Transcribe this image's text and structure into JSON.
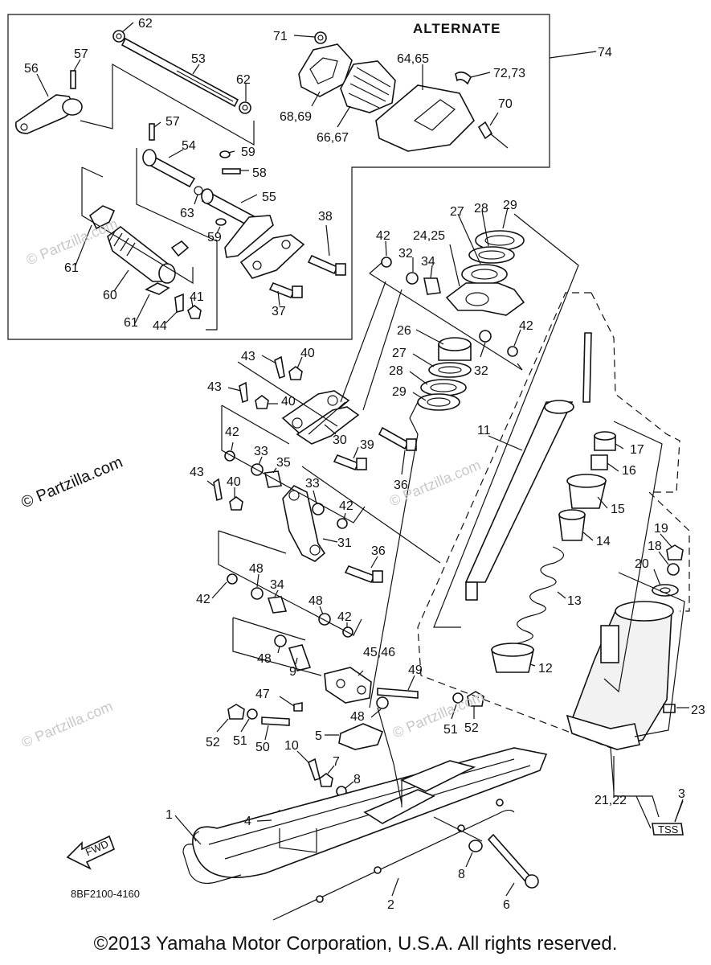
{
  "diagram": {
    "header": "ALTERNATE",
    "part_code": "8BF2100-4160",
    "fwd_label": "FWD",
    "tag_label": "TSS",
    "watermark": "© Partzilla.com",
    "watermark_faint": "© Partzilla.com",
    "callouts": [
      {
        "id": "c71",
        "label": "71"
      },
      {
        "id": "c74",
        "label": "74"
      },
      {
        "id": "c6465",
        "label": "64,65"
      },
      {
        "id": "c7273",
        "label": "72,73"
      },
      {
        "id": "c70",
        "label": "70"
      },
      {
        "id": "c6869",
        "label": "68,69"
      },
      {
        "id": "c6667",
        "label": "66,67"
      },
      {
        "id": "c62a",
        "label": "62"
      },
      {
        "id": "c62b",
        "label": "62"
      },
      {
        "id": "c57a",
        "label": "57"
      },
      {
        "id": "c56",
        "label": "56"
      },
      {
        "id": "c53",
        "label": "53"
      },
      {
        "id": "c57b",
        "label": "57"
      },
      {
        "id": "c59a",
        "label": "59"
      },
      {
        "id": "c54",
        "label": "54"
      },
      {
        "id": "c58",
        "label": "58"
      },
      {
        "id": "c55",
        "label": "55"
      },
      {
        "id": "c63",
        "label": "63"
      },
      {
        "id": "c59b",
        "label": "59"
      },
      {
        "id": "c38",
        "label": "38"
      },
      {
        "id": "c61a",
        "label": "61"
      },
      {
        "id": "c60",
        "label": "60"
      },
      {
        "id": "c61b",
        "label": "61"
      },
      {
        "id": "c44",
        "label": "44"
      },
      {
        "id": "c41",
        "label": "41"
      },
      {
        "id": "c37",
        "label": "37"
      },
      {
        "id": "c29a",
        "label": "29"
      },
      {
        "id": "c28a",
        "label": "28"
      },
      {
        "id": "c27a",
        "label": "27"
      },
      {
        "id": "c2425",
        "label": "24,25"
      },
      {
        "id": "c42a",
        "label": "42"
      },
      {
        "id": "c32a",
        "label": "32"
      },
      {
        "id": "c34a",
        "label": "34"
      },
      {
        "id": "c42b",
        "label": "42"
      },
      {
        "id": "c26",
        "label": "26"
      },
      {
        "id": "c32b",
        "label": "32"
      },
      {
        "id": "c27b",
        "label": "27"
      },
      {
        "id": "c28b",
        "label": "28"
      },
      {
        "id": "c29b",
        "label": "29"
      },
      {
        "id": "c43a",
        "label": "43"
      },
      {
        "id": "c40a",
        "label": "40"
      },
      {
        "id": "c43b",
        "label": "43"
      },
      {
        "id": "c40b",
        "label": "40"
      },
      {
        "id": "c11",
        "label": "11"
      },
      {
        "id": "c30",
        "label": "30"
      },
      {
        "id": "c39",
        "label": "39"
      },
      {
        "id": "c42c",
        "label": "42"
      },
      {
        "id": "c33a",
        "label": "33"
      },
      {
        "id": "c35",
        "label": "35"
      },
      {
        "id": "c36a",
        "label": "36"
      },
      {
        "id": "c17",
        "label": "17"
      },
      {
        "id": "c16",
        "label": "16"
      },
      {
        "id": "c43c",
        "label": "43"
      },
      {
        "id": "c40c",
        "label": "40"
      },
      {
        "id": "c33b",
        "label": "33"
      },
      {
        "id": "c42d",
        "label": "42"
      },
      {
        "id": "c15",
        "label": "15"
      },
      {
        "id": "c31",
        "label": "31"
      },
      {
        "id": "c14",
        "label": "14"
      },
      {
        "id": "c19",
        "label": "19"
      },
      {
        "id": "c18",
        "label": "18"
      },
      {
        "id": "c20",
        "label": "20"
      },
      {
        "id": "c36b",
        "label": "36"
      },
      {
        "id": "c48a",
        "label": "48"
      },
      {
        "id": "c34b",
        "label": "34"
      },
      {
        "id": "c42e",
        "label": "42"
      },
      {
        "id": "c13",
        "label": "13"
      },
      {
        "id": "c48b",
        "label": "48"
      },
      {
        "id": "c42f",
        "label": "42"
      },
      {
        "id": "c48c",
        "label": "48"
      },
      {
        "id": "c9",
        "label": "9"
      },
      {
        "id": "c4546",
        "label": "45,46"
      },
      {
        "id": "c12",
        "label": "12"
      },
      {
        "id": "c49",
        "label": "49"
      },
      {
        "id": "c47",
        "label": "47"
      },
      {
        "id": "c48d",
        "label": "48"
      },
      {
        "id": "c23",
        "label": "23"
      },
      {
        "id": "c52a",
        "label": "52"
      },
      {
        "id": "c51a",
        "label": "51"
      },
      {
        "id": "c50",
        "label": "50"
      },
      {
        "id": "c5",
        "label": "5"
      },
      {
        "id": "c51b",
        "label": "51"
      },
      {
        "id": "c52b",
        "label": "52"
      },
      {
        "id": "c10",
        "label": "10"
      },
      {
        "id": "c7",
        "label": "7"
      },
      {
        "id": "c8a",
        "label": "8"
      },
      {
        "id": "c2122",
        "label": "21,22"
      },
      {
        "id": "c3",
        "label": "3"
      },
      {
        "id": "c1",
        "label": "1"
      },
      {
        "id": "c4",
        "label": "4"
      },
      {
        "id": "c8b",
        "label": "8"
      },
      {
        "id": "c6",
        "label": "6"
      },
      {
        "id": "c2",
        "label": "2"
      }
    ]
  },
  "footer": {
    "copyright": "©2013  Yamaha Motor Corporation, U.S.A. All rights reserved."
  }
}
